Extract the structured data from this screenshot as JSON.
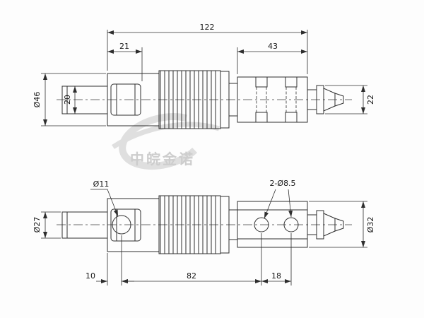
{
  "watermark": {
    "company": "中皖金诺"
  },
  "top_view": {
    "dims": {
      "overall_length": "122",
      "left_boss_width": "21",
      "right_block_width": "43",
      "body_diameter": "Ø46",
      "shaft_bore": "20",
      "connector_diameter": "22"
    }
  },
  "bottom_view": {
    "dims": {
      "left_hole_diameter": "Ø11",
      "mount_holes": "2-Ø8.5",
      "shaft_diameter": "Ø27",
      "block_diameter": "Ø32",
      "hole_offset": "10",
      "hole_span": "82",
      "hole_pitch": "18"
    }
  }
}
